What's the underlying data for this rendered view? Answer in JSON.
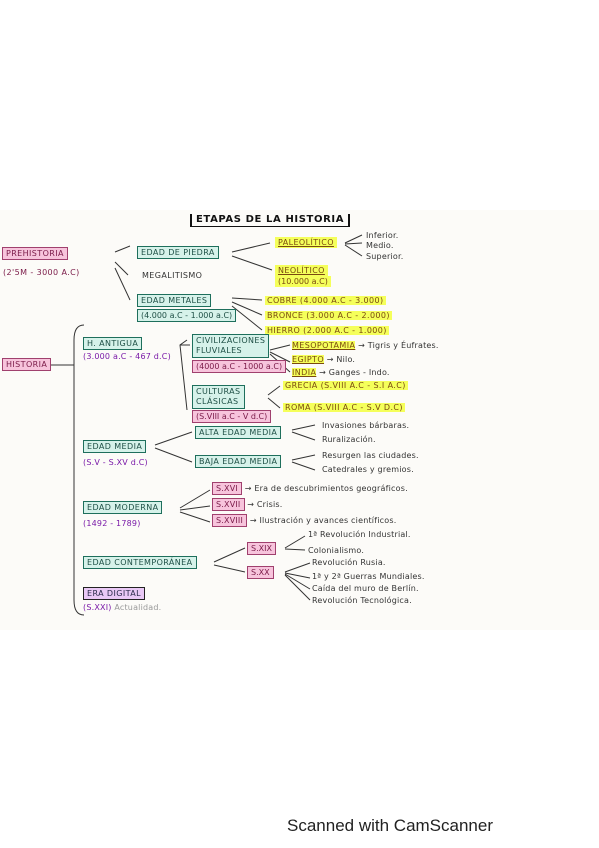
{
  "title": "ETAPAS DE LA HISTORIA",
  "prehistoria": {
    "label": "PREHISTORIA",
    "dates": "(2'5M - 3000 a.C)",
    "megalitismo": "MEGALITISMO",
    "edad_piedra": {
      "label": "EDAD DE PIEDRA",
      "paleolitico": "PALEOLÍTICO",
      "sub": [
        "Inferior.",
        "Medio.",
        "Superior."
      ],
      "neolitico": "NEOLÍTICO",
      "neolitico_date": "(10.000 a.C)"
    },
    "edad_metales": {
      "label": "EDAD METALES",
      "dates": "(4.000 a.C - 1.000 a.C)",
      "items": [
        "COBRE (4.000 a.C - 3.000)",
        "BRONCE (3.000 a.C - 2.000)",
        "HIERRO (2.000 a.C - 1.000)"
      ]
    }
  },
  "historia": {
    "label": "HISTORIA",
    "antigua": {
      "label": "H. ANTIGUA",
      "dates": "(3.000 a.C - 467 d.C)",
      "fluviales": {
        "label_1": "CIVILIZACIONES",
        "label_2": "FLUVIALES",
        "dates": "(4000 a.C - 1000 a.C)",
        "items": [
          {
            "name": "MESOPOTAMIA",
            "desc": "→ Tigris y Éufrates."
          },
          {
            "name": "EGIPTO",
            "desc": "→ Nilo."
          },
          {
            "name": "INDIA",
            "desc": "→ Ganges - Indo."
          }
        ]
      },
      "clasicas": {
        "label_1": "CULTURAS",
        "label_2": "CLÁSICAS",
        "dates": "(S.VIII a.C - V d.C)",
        "items": [
          "GRECIA (S.VIII a.C - S.I a.C)",
          "ROMA (S.VIII a.C - S.V d.C)"
        ]
      }
    },
    "media": {
      "label": "EDAD MEDIA",
      "dates": "(S.V - S.XV d.C)",
      "alta": "ALTA EDAD MEDIA",
      "alta_items": [
        "Invasiones bárbaras.",
        "Ruralización."
      ],
      "baja": "BAJA EDAD MEDIA",
      "baja_items": [
        "Resurgen las ciudades.",
        "Catedrales y gremios."
      ]
    },
    "moderna": {
      "label": "EDAD MODERNA",
      "dates": "(1492 - 1789)",
      "items": [
        {
          "century": "S.XVI",
          "desc": "→ Era de descubrimientos geográficos."
        },
        {
          "century": "S.XVII",
          "desc": "→ Crisis."
        },
        {
          "century": "S.XVIII",
          "desc": "→ Ilustración y avances científicos."
        }
      ]
    },
    "contemporanea": {
      "label": "EDAD CONTEMPORÁNEA",
      "xix": "S.XIX",
      "xix_items": [
        "1ª Revolución Industrial.",
        "Colonialismo."
      ],
      "xx": "S.XX",
      "xx_items": [
        "Revolución Rusia.",
        "1ª y 2ª Guerras Mundiales.",
        "Caída del muro de Berlín.",
        "Revolución Tecnológica."
      ]
    },
    "digital": {
      "label": "ERA DIGITAL",
      "dates": "(S.XXI)",
      "desc": "Actualidad."
    }
  },
  "watermark": "Scanned with CamScanner",
  "colors": {
    "pink": "#f7c4dc",
    "teal": "#d6f2ea",
    "yellow": "#f5ff5a",
    "purple": "#7a1aa8"
  }
}
